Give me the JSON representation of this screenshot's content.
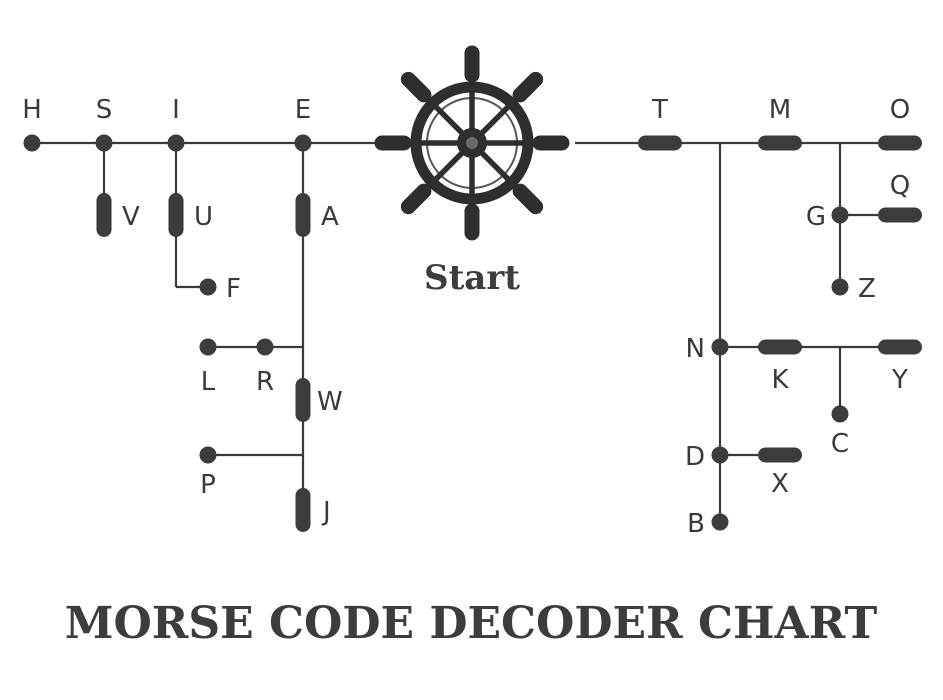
{
  "title": "MORSE CODE DECODER CHART",
  "start_label": "Start",
  "colors": {
    "ink": "#3c3c3c",
    "background": "#ffffff"
  },
  "icons": {
    "start": "ship-wheel-icon"
  },
  "letters": [
    {
      "id": "E",
      "code": "."
    },
    {
      "id": "I",
      "code": ".."
    },
    {
      "id": "S",
      "code": "..."
    },
    {
      "id": "H",
      "code": "...."
    },
    {
      "id": "V",
      "code": "...-"
    },
    {
      "id": "U",
      "code": "..-"
    },
    {
      "id": "F",
      "code": "..-."
    },
    {
      "id": "A",
      "code": ".-"
    },
    {
      "id": "R",
      "code": ".-."
    },
    {
      "id": "L",
      "code": ".-.."
    },
    {
      "id": "W",
      "code": ".--"
    },
    {
      "id": "P",
      "code": ".--."
    },
    {
      "id": "J",
      "code": ".---"
    },
    {
      "id": "T",
      "code": "-"
    },
    {
      "id": "M",
      "code": "--"
    },
    {
      "id": "O",
      "code": "---"
    },
    {
      "id": "G",
      "code": "--."
    },
    {
      "id": "Q",
      "code": "--.-"
    },
    {
      "id": "Z",
      "code": "--.."
    },
    {
      "id": "N",
      "code": "-."
    },
    {
      "id": "K",
      "code": "-.-"
    },
    {
      "id": "Y",
      "code": "-.--"
    },
    {
      "id": "C",
      "code": "-.-."
    },
    {
      "id": "D",
      "code": "-.."
    },
    {
      "id": "X",
      "code": "-..-"
    },
    {
      "id": "B",
      "code": "-..."
    }
  ]
}
